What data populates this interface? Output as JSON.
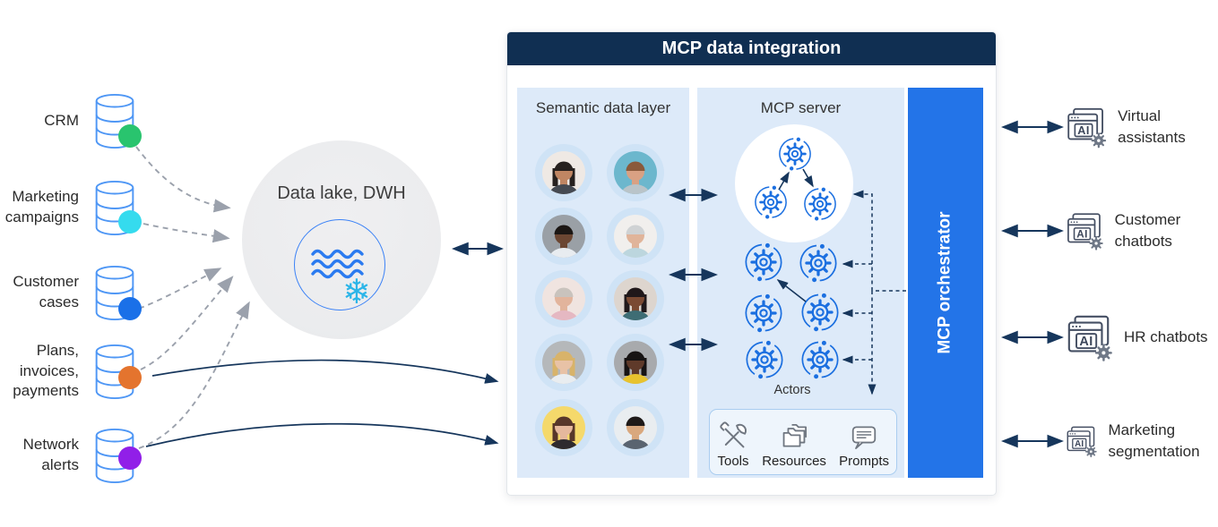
{
  "header": {
    "title": "MCP data integration"
  },
  "data_lake": {
    "label": "Data lake, DWH",
    "snowflake_glyph": "❄"
  },
  "left_sources": {
    "items": [
      {
        "label": "CRM",
        "dot_color": "#29c46e"
      },
      {
        "label": "Marketing campaigns",
        "dot_color": "#35dbee"
      },
      {
        "label": "Customer cases",
        "dot_color": "#1a70e8"
      },
      {
        "label": "Plans, invoices, payments",
        "dot_color": "#e4742e"
      },
      {
        "label": "Network alerts",
        "dot_color": "#911fe8"
      }
    ]
  },
  "semantic_layer": {
    "title": "Semantic data layer",
    "avatars": [
      {
        "desc": "woman-long-dark-hair",
        "bg": "#efe9e4",
        "skin": "#c08663",
        "hair": "#26201e",
        "shirt": "#454a52",
        "hair_style": "long"
      },
      {
        "desc": "man-short-brown-hair",
        "bg": "#6cb7cd",
        "skin": "#d9a183",
        "hair": "#8a5a3b",
        "shirt": "#b9c4c9",
        "hair_style": "short"
      },
      {
        "desc": "man-dark-skin",
        "bg": "#9aa0a6",
        "skin": "#6b4632",
        "hair": "#1c1714",
        "shirt": "#e8ecf0",
        "hair_style": "short"
      },
      {
        "desc": "woman-gray-hair",
        "bg": "#f1efed",
        "skin": "#e0b49a",
        "hair": "#cfd2d4",
        "shirt": "#bcd6de",
        "hair_style": "short"
      },
      {
        "desc": "older-woman-gray-hair",
        "bg": "#f0e4e0",
        "skin": "#e2b49c",
        "hair": "#c9c3bd",
        "shirt": "#e5b8c2",
        "hair_style": "short"
      },
      {
        "desc": "woman-dark-skin",
        "bg": "#ddd5ce",
        "skin": "#7a4a33",
        "hair": "#20181a",
        "shirt": "#3e6d74",
        "hair_style": "long"
      },
      {
        "desc": "woman-blonde",
        "bg": "#b5b8ba",
        "skin": "#e8c2a6",
        "hair": "#d8b36a",
        "shirt": "#e9edf0",
        "hair_style": "long"
      },
      {
        "desc": "woman-glasses-yellow-shirt",
        "bg": "#a8aaad",
        "skin": "#5f3a2a",
        "hair": "#171313",
        "shirt": "#e8c32e",
        "hair_style": "long"
      },
      {
        "desc": "woman-long-brown-hair",
        "bg": "#f5d96b",
        "skin": "#e5b89d",
        "hair": "#58372a",
        "shirt": "#2e2a2e",
        "hair_style": "long"
      },
      {
        "desc": "man-gray-sweater",
        "bg": "#e9edf0",
        "skin": "#d9a87e",
        "hair": "#1f1a18",
        "shirt": "#5a6470",
        "hair_style": "short"
      }
    ]
  },
  "mcp_server": {
    "title": "MCP server",
    "actors_label": "Actors",
    "primitives": [
      {
        "label": "Tools",
        "icon": "tools-icon"
      },
      {
        "label": "Resources",
        "icon": "resources-icon"
      },
      {
        "label": "Prompts",
        "icon": "prompts-icon"
      }
    ]
  },
  "orchestrator": {
    "label": "MCP orchestrator"
  },
  "consumers": {
    "ai_icon_text": "AI",
    "items": [
      {
        "label": "Virtual assistants"
      },
      {
        "label": "Customer chatbots"
      },
      {
        "label": "HR chatbots"
      },
      {
        "label": "Marketing segmentation"
      }
    ]
  },
  "colors": {
    "navy": "#102f52",
    "accent": "#2374e8",
    "panel": "#ddeaf9",
    "arrow": "#16365c",
    "graydash": "#9ba1ac",
    "gear": "#1b6fe0",
    "db": "#4f97f5",
    "snow": "#2bb5e8",
    "wave": "#2b7bf0"
  }
}
